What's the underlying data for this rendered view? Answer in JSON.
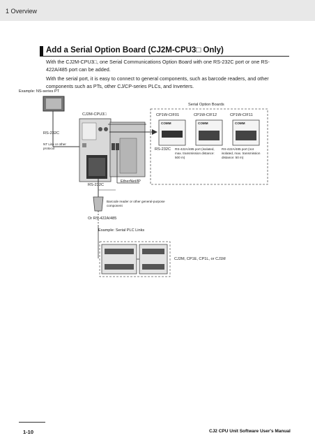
{
  "header": {
    "section": "1   Overview"
  },
  "section": {
    "title": "Add a Serial Option Board (CJ2M-CPU3□ Only)",
    "para1": "With the CJ2M-CPU3□, one Serial Communications Option Board with one RS-232C port or one RS-422A/485 port can be added.",
    "para2": "With the serial port, it is easy to connect to general components, such as barcode readers, and other components such as PTs, other CJ/CP-series PLCs, and Inverters."
  },
  "diagram": {
    "example_pt": "Example: NS-series PT",
    "cpu_label": "CJ2M-CPU3□",
    "rs232c_left": "RS-232C",
    "nt_link": "NT Link or other protocol",
    "ethernet": "EtherNet/IP",
    "rs232c_bottom": "RS-232C",
    "barcode": "Barcode reader or other general-purpose component",
    "or_rs422": "Or RS-422A/485",
    "example_plc": "Example: Serial PLC Links",
    "plc_models": "CJ2M, CP1E, CP1L, or CJ1M",
    "option_boards_title": "Serial Option Boards",
    "boards": [
      {
        "model": "CP1W-CIF01",
        "desc": "RS-232C"
      },
      {
        "model": "CP1W-CIF12",
        "desc": "RS-422A/485 port (isolated, max. transmission distance: 500 m)"
      },
      {
        "model": "CP1W-CIF11",
        "desc": "RS-422A/485 port (not isolated, max. transmission distance: 50 m)"
      }
    ],
    "comm_tag": "COMM"
  },
  "footer": {
    "page": "1-10",
    "manual": "CJ2 CPU Unit Software User's Manual"
  }
}
